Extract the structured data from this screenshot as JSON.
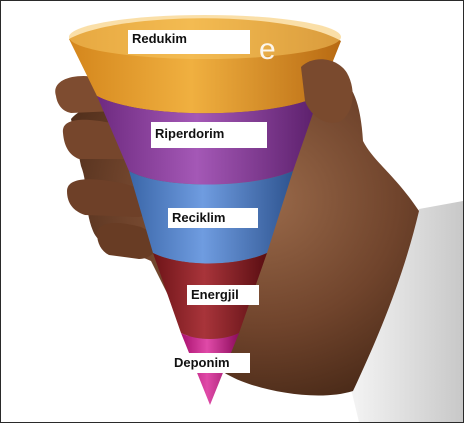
{
  "diagram": {
    "levels": [
      {
        "label": "Redukim",
        "color": "#e09a2a"
      },
      {
        "label": "Riperdorim",
        "color": "#8a3a9c"
      },
      {
        "label": "Reciklim",
        "color": "#4c7cc6"
      },
      {
        "label": "Energjil",
        "color": "#8c1f26"
      },
      {
        "label": "Deponim",
        "color": "#c21f88"
      }
    ],
    "hand_color": "#7a4b30",
    "sleeve_color": "#dcdcdc"
  }
}
